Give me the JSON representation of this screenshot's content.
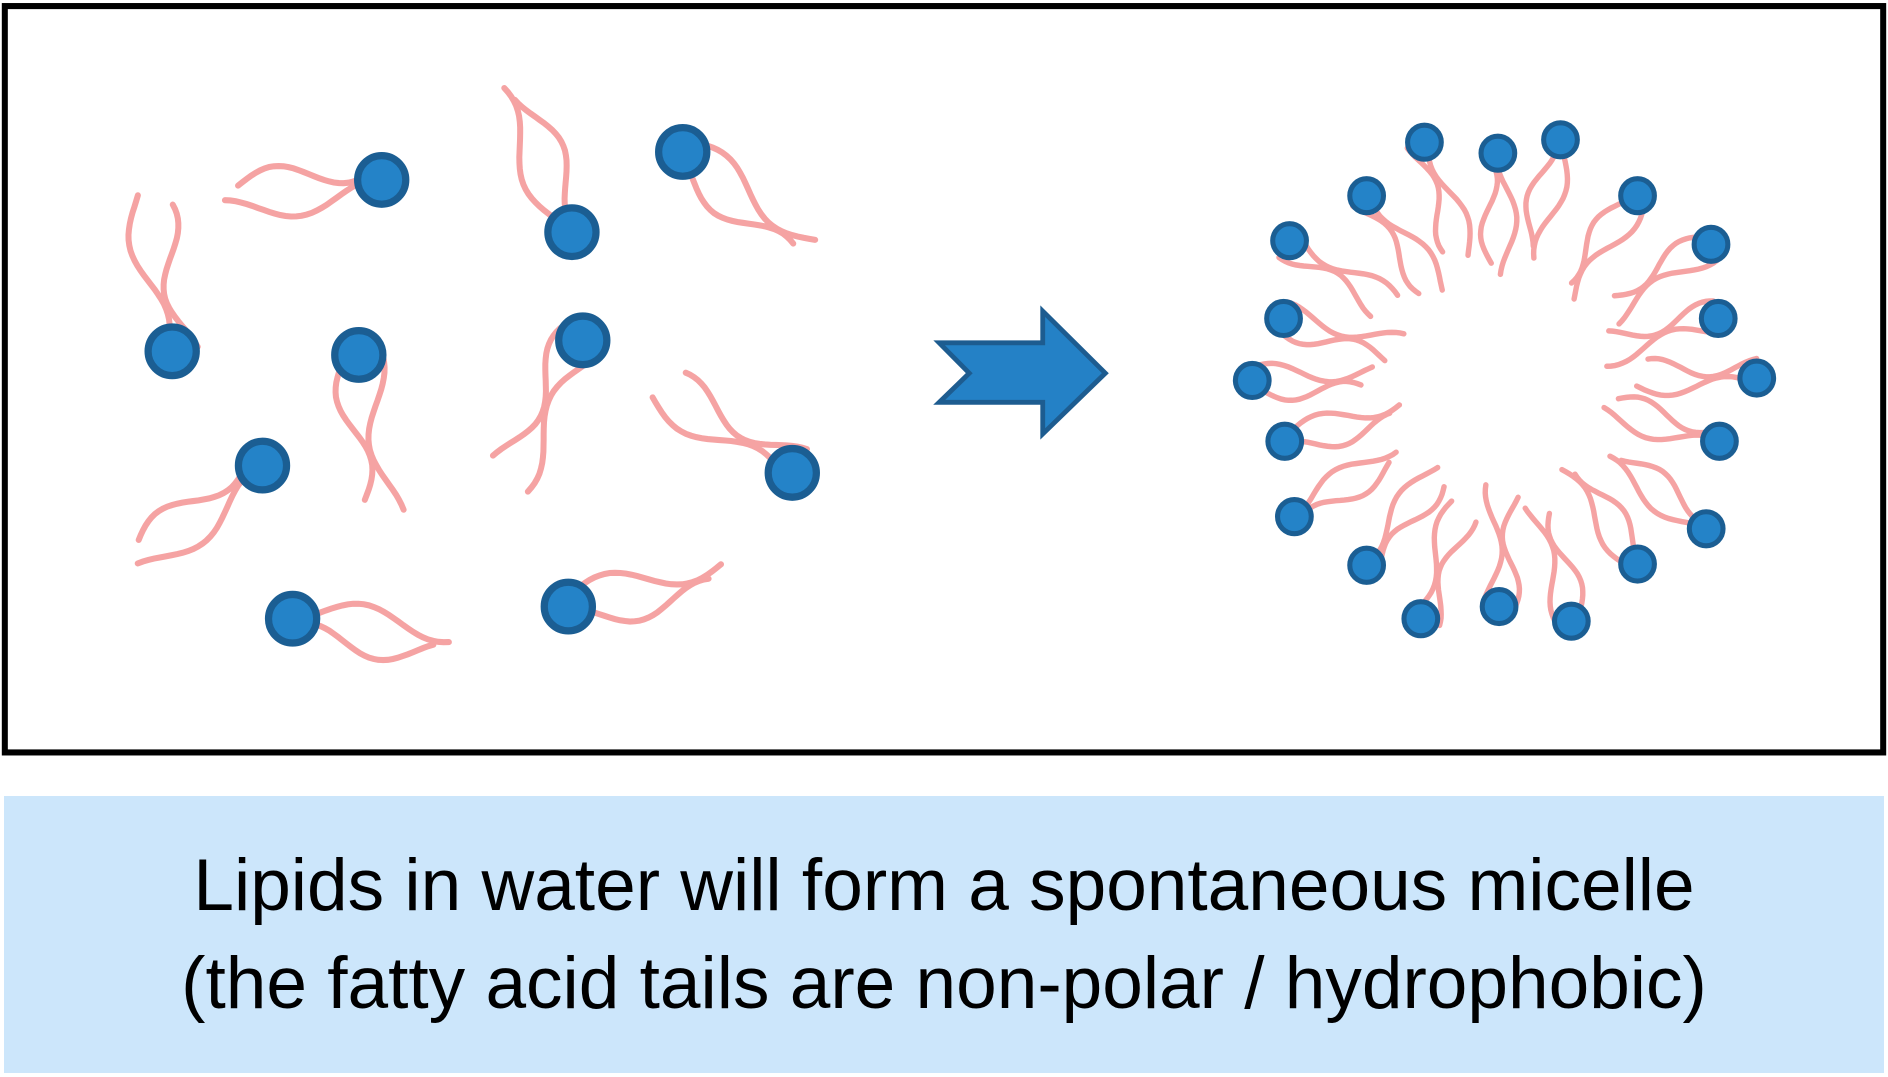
{
  "caption": {
    "line1": "Lipids in water will form a spontaneous micelle",
    "line2": "(the fatty acid tails are non-polar / hydrophobic)"
  },
  "colors": {
    "head_fill": "#2483c8",
    "head_stroke": "#1b5e93",
    "tail": "#f5a3a3",
    "caption_background": "#cce6fb",
    "arrow_fill": "#2481c6",
    "arrow_stroke": "#1d5c90"
  },
  "diagram": {
    "free_lipid_count": 10,
    "micelle_lipid_count": 20
  }
}
